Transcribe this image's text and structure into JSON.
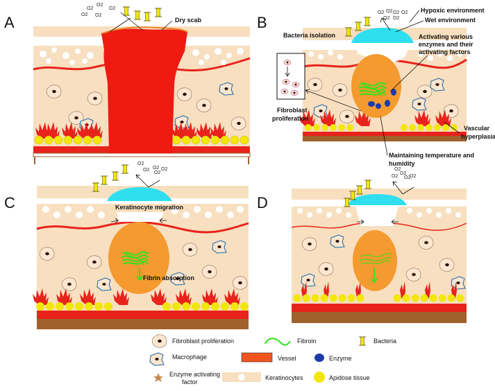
{
  "panels": {
    "A": {
      "letter": "A",
      "dry_scab": "Dry scab"
    },
    "B": {
      "letter": "B",
      "hypoxic": "Hypoxic environment",
      "wet": "Wet environment",
      "bacteria_isolation": "Bacteria isolation",
      "activating_line1": "Activating various",
      "activating_line2": "enzymes and their",
      "activating_line3": "activating factors",
      "fibroblast_line1": "Fibroblast",
      "fibroblast_line2": "proliferation",
      "vascular_line1": "Vascular",
      "vascular_line2": "hyperplasia",
      "maintaining_line1": "Maintaining temperature and",
      "maintaining_line2": "humidity"
    },
    "C": {
      "letter": "C",
      "keratinocyte_migration": "Keratinocyte migration",
      "fibrin_absorption": "Fibrin absorption"
    },
    "D": {
      "letter": "D"
    }
  },
  "oxygen_label": "O2",
  "legend": {
    "fibroblast": "Fibroblast proliferation",
    "fibroin": "Fibroin",
    "bacteria": "Bacteria",
    "macrophage": "Macrophage",
    "vessel": "Vessel",
    "enzyme": "Enzyme",
    "enzyme_factor_line1": "Enzyme activating",
    "enzyme_factor_line2": "factor",
    "keratinocytes": "Keratinocytes",
    "adipose": "Apidose tissue"
  },
  "colors": {
    "skin": "#f8dfbf",
    "vessel": "#e8231c",
    "muscle": "#a0612c",
    "dressing": "#2fdff0",
    "wound": "#f49a2e",
    "fibroin": "#2ee31c",
    "enzyme": "#1e3aa8",
    "adipose": "#f2e60a",
    "scab": "#ef1a12"
  }
}
